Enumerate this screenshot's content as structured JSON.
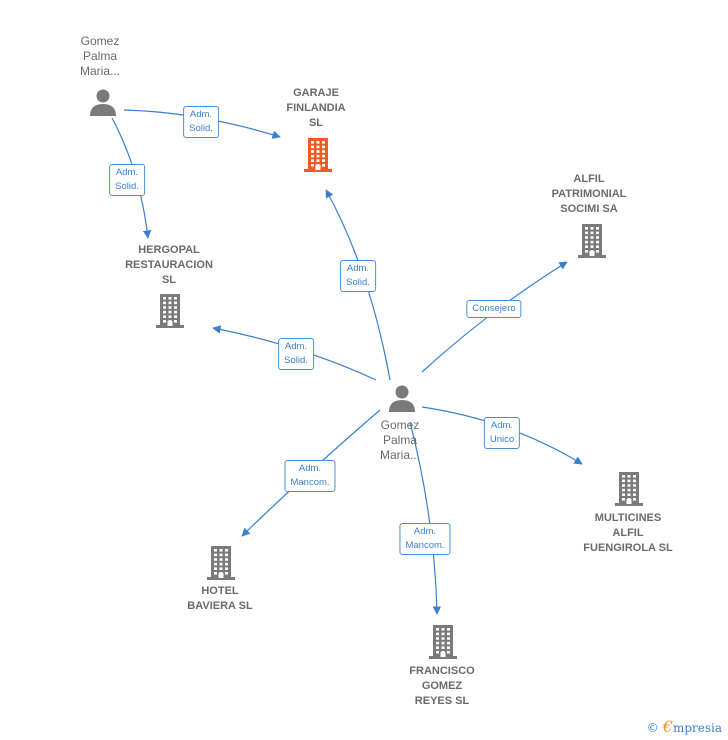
{
  "colors": {
    "edge": "#3a7fcc",
    "node": "#7a7a7a",
    "highlight": "#f05a28"
  },
  "nodes": [
    {
      "id": "p1",
      "kind": "person",
      "label": "Gomez\nPalma\nMaria..."
    },
    {
      "id": "p2",
      "kind": "person",
      "label": "Gomez\nPalma\nMaria..."
    },
    {
      "id": "c_garaje",
      "kind": "company",
      "highlight": true,
      "label": "GARAJE\nFINLANDIA\nSL"
    },
    {
      "id": "c_hergopal",
      "kind": "company",
      "label": "HERGOPAL\nRESTAURACION\nSL"
    },
    {
      "id": "c_alfil_patrimonial",
      "kind": "company",
      "label": "ALFIL\nPATRIMONIAL\nSOCIMI SA"
    },
    {
      "id": "c_multicines",
      "kind": "company",
      "label": "MULTICINES\nALFIL\nFUENGIROLA SL"
    },
    {
      "id": "c_hotel",
      "kind": "company",
      "label": "HOTEL\nBAVIERA SL"
    },
    {
      "id": "c_francisco",
      "kind": "company",
      "label": "FRANCISCO\nGOMEZ\nREYES  SL"
    }
  ],
  "edges": [
    {
      "from": "p1",
      "to": "c_garaje",
      "label": "Adm.\nSolid."
    },
    {
      "from": "p1",
      "to": "c_hergopal",
      "label": "Adm.\nSolid."
    },
    {
      "from": "p2",
      "to": "c_garaje",
      "label": "Adm.\nSolid."
    },
    {
      "from": "p2",
      "to": "c_hergopal",
      "label": "Adm.\nSolid."
    },
    {
      "from": "p2",
      "to": "c_alfil_patrimonial",
      "label": "Consejero"
    },
    {
      "from": "p2",
      "to": "c_multicines",
      "label": "Adm.\nUnico"
    },
    {
      "from": "p2",
      "to": "c_hotel",
      "label": "Adm.\nMancom."
    },
    {
      "from": "p2",
      "to": "c_francisco",
      "label": "Adm.\nMancom."
    }
  ],
  "footer": {
    "copyright": "©",
    "brand_initial": "€",
    "brand_rest": "mpresia"
  }
}
